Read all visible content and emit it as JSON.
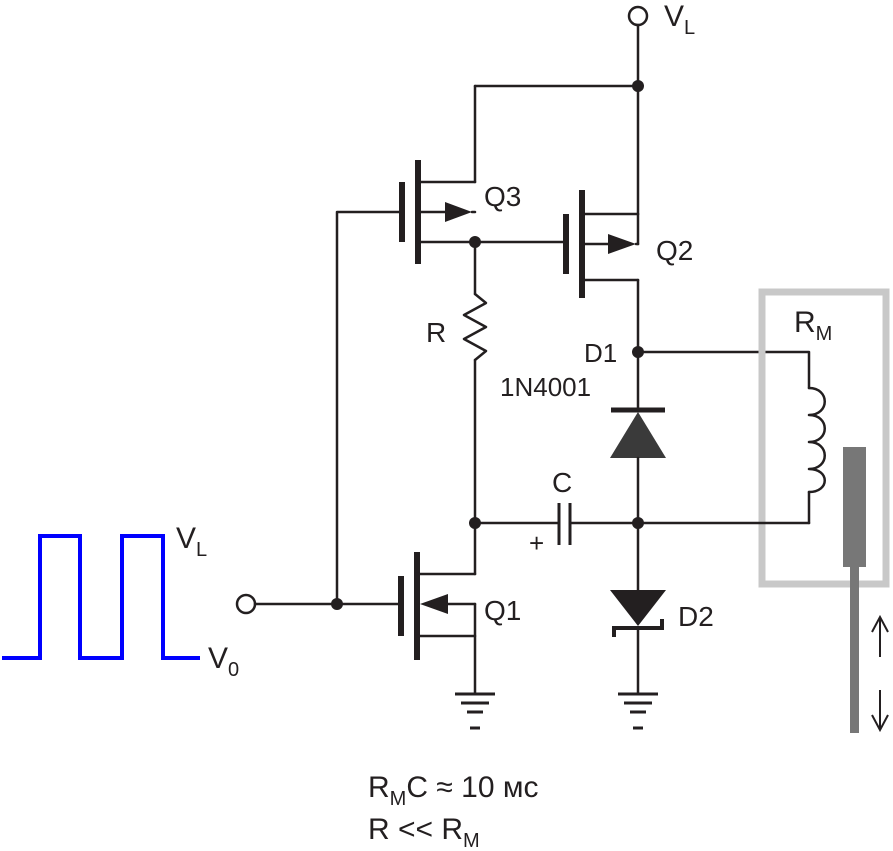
{
  "labels": {
    "vl_top": "V",
    "vl_top_sub": "L",
    "q3": "Q3",
    "q2": "Q2",
    "q1": "Q1",
    "r": "R",
    "rm": "R",
    "rm_sub": "M",
    "d1": "D1",
    "d1_part": "1N4001",
    "c": "C",
    "c_plus": "+",
    "d2": "D2",
    "pulse_high": "V",
    "pulse_high_sub": "L",
    "pulse_low": "V",
    "pulse_low_sub": "0"
  },
  "notes": {
    "line1_a": "R",
    "line1_a_sub": "M",
    "line1_b": "C ≈ 10 мс",
    "line2_a": "R << R",
    "line2_a_sub": "M"
  },
  "colors": {
    "wire": "#231f20",
    "pulse": "#0000ff",
    "diode": "#3a3a3a",
    "housing": "#c8c8c8",
    "plunger": "#777777"
  },
  "icons": {
    "arrow_up": "up-arrow-icon",
    "arrow_down": "down-arrow-icon"
  }
}
